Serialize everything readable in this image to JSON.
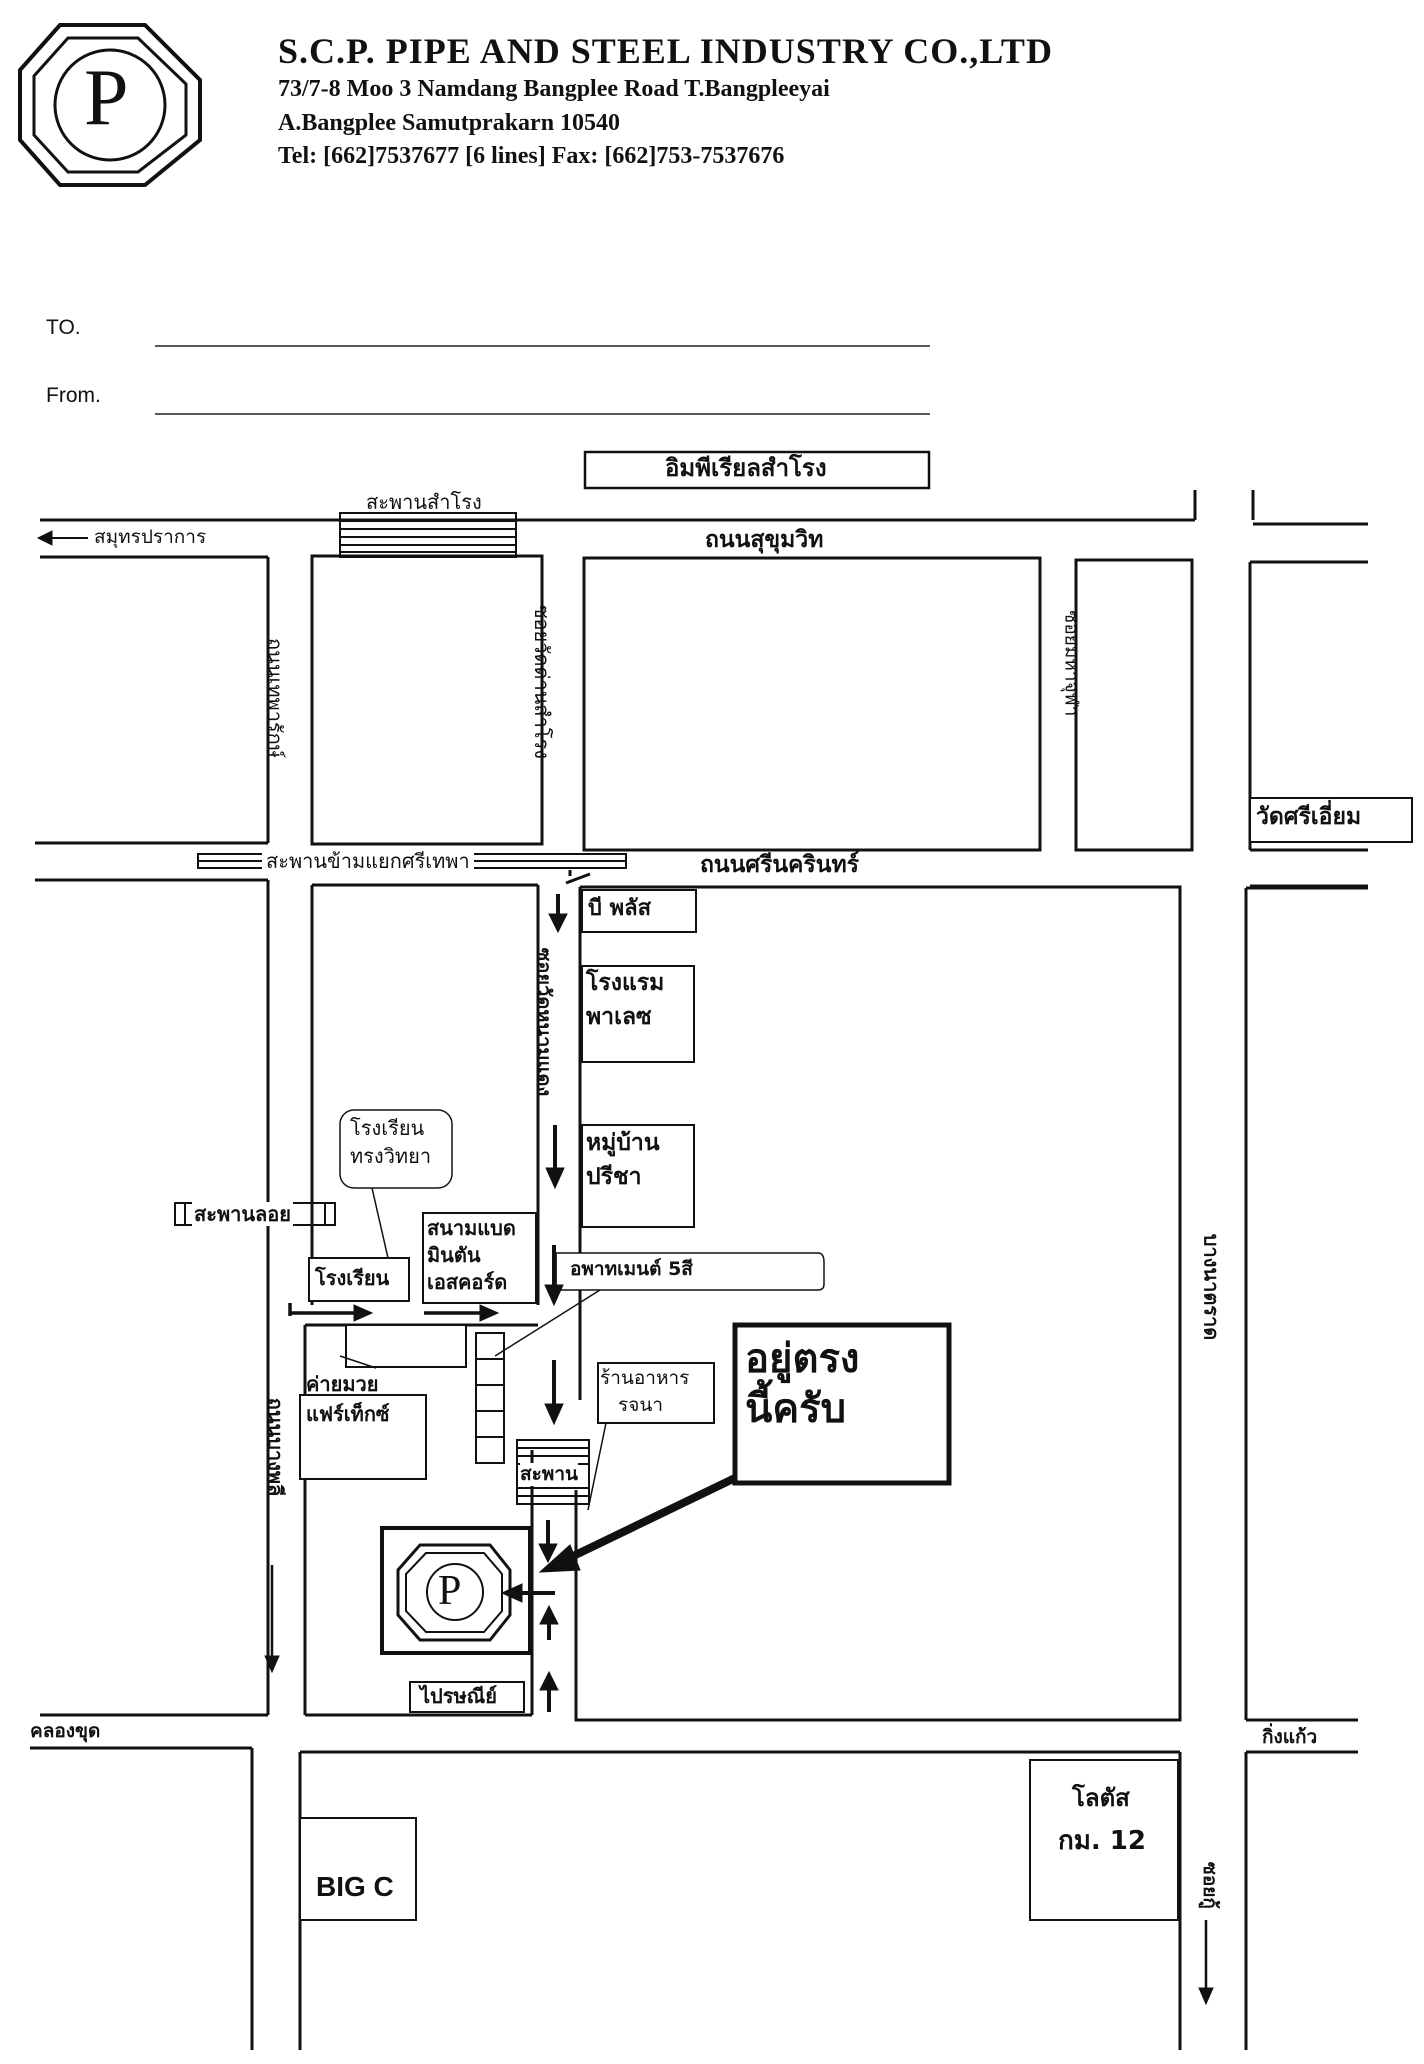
{
  "company": {
    "name": "S.C.P. PIPE AND STEEL INDUSTRY CO.,LTD",
    "address_line1": "73/7-8 Moo 3 Namdang Bangplee Road T.Bangpleeyai",
    "address_line2": "A.Bangplee  Samutprakarn 10540",
    "contact": "Tel: [662]7537677 [6 lines]  Fax: [662]753-7537676",
    "logo_letter": "P"
  },
  "form": {
    "to_label": "TO.",
    "from_label": "From."
  },
  "map": {
    "imperial": "อิมพีเรียลสำโรง",
    "samrong_bridge": "สะพานสำโรง",
    "samut_prakan": "สมุทรปราการ",
    "sukhumvit": "ถนนสุขุมวิท",
    "thepharak": "ถนนเทพารักษ์",
    "soi_wat_dan": "ซอยวัดด่านสำโรง",
    "soi_mahachan": "ซอยมหาจุฬา",
    "wat_sri_iam": "วัดศรีเอี่ยม",
    "srithepha_bridge": "สะพานข้ามแยกศรีเทพา",
    "srinakarin": "ถนนศรีนครินทร์",
    "b_plus": "บี พลัส",
    "hotel_line1": "โรงแรม",
    "hotel_line2": "พาเลซ",
    "soi_namdaeng": "ซอยวัดหนามแดง",
    "school_callout_line1": "โรงเรียน",
    "school_callout_line2": "ทรงวิทยา",
    "village_line1": "หมู่บ้าน",
    "village_line2": "ปรีชา",
    "loi_bridge": "สะพานลอย",
    "badminton_line1": "สนามแบด",
    "badminton_line2": "มินตัน",
    "badminton_line3": "เอสคอร์ด",
    "apartment": "อพาทเมนต์ 5สี",
    "school": "โรงเรียน",
    "here_line1": "อยู่ตรง",
    "here_line2": "นี้ครับ",
    "restaurant_line1": "ร้านอาหาร",
    "restaurant_line2": "รจนา",
    "muay_line1": "ค่ายมวย",
    "muay_line2": "แฟร์เท็กซ์",
    "bridge": "สะพาน",
    "bangplee_road": "ถนนบางพลี",
    "bang_na_trad": "บางนาตราด",
    "post_office": "ไปรษณีย์",
    "khlong_khut": "คลองขุด",
    "king_kaeo": "กิ่งแก้ว",
    "lotus_line1": "โลตัส",
    "lotus_line2": "กม. 12",
    "big_c": "BIG C",
    "soi_ketsuk": "ซอยกู้"
  }
}
